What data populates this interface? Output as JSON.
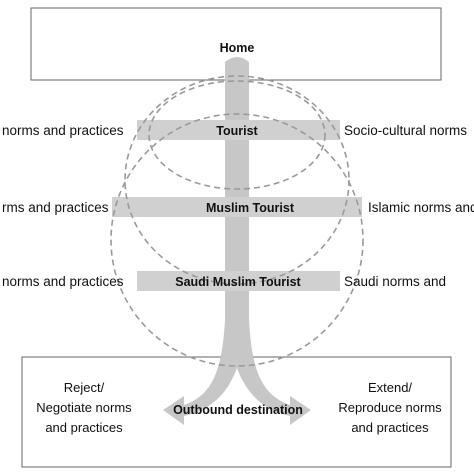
{
  "home": {
    "label": "Home"
  },
  "bands": [
    {
      "center": "Tourist",
      "left": "norms and practices",
      "right": "Socio-cultural norms"
    },
    {
      "center": "Muslim Tourist",
      "left": "rms and practices",
      "right": "Islamic norms and"
    },
    {
      "center": "Saudi Muslim Tourist",
      "left": "norms and practices",
      "right": "Saudi norms and"
    }
  ],
  "destination": {
    "label": "Outbound destination",
    "left_lines": [
      "Reject/",
      "Negotiate norms",
      "and practices"
    ],
    "right_lines": [
      "Extend/",
      "Reproduce norms",
      "and practices"
    ]
  },
  "colors": {
    "band": "#cfcfcf",
    "arrow": "#c8c8c8",
    "dash": "#9a9a9a",
    "box_border": "#555555"
  }
}
